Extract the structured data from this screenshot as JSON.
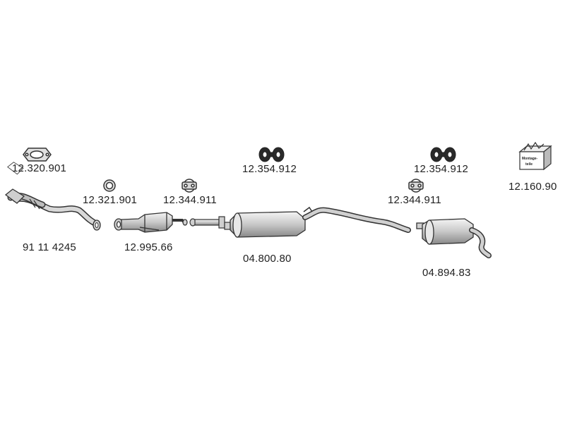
{
  "parts": [
    {
      "id": "gasket",
      "number": "12.320.901"
    },
    {
      "id": "ring",
      "number": "12.321.901"
    },
    {
      "id": "clamp-1",
      "number": "12.344.911"
    },
    {
      "id": "hanger-1",
      "number": "12.354.912"
    },
    {
      "id": "hanger-2",
      "number": "12.354.912"
    },
    {
      "id": "clamp-2",
      "number": "12.344.911"
    },
    {
      "id": "mounting-kit",
      "number": "12.160.90"
    },
    {
      "id": "front-pipe",
      "number": "91 11 4245"
    },
    {
      "id": "catalytic-converter",
      "number": "12.995.66"
    },
    {
      "id": "centre-silencer",
      "number": "04.800.80"
    },
    {
      "id": "rear-silencer",
      "number": "04.894.83"
    }
  ],
  "mounting_kit_text": [
    "Montage-",
    "teile"
  ],
  "colors": {
    "line": "#333333",
    "fill": "#d4d4d4",
    "shade": "#9a9a9a"
  }
}
